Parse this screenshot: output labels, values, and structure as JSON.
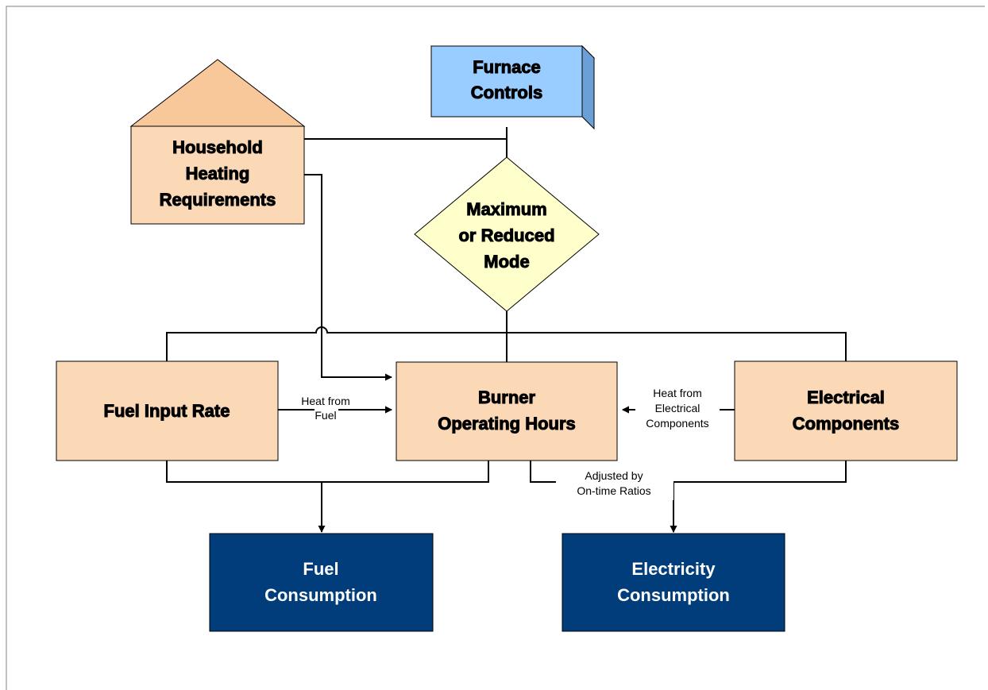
{
  "nodes": {
    "furnace_controls": {
      "lines": [
        "Furnace",
        "Controls"
      ],
      "fill": "#99ccff"
    },
    "household": {
      "lines": [
        "Household",
        "Heating",
        "Requirements"
      ],
      "fill": "#fcd9b6",
      "roof_fill": "#f8c89a"
    },
    "mode": {
      "lines": [
        "Maximum",
        "or Reduced",
        "Mode"
      ],
      "fill": "#ffffcc"
    },
    "fuel_input": {
      "lines": [
        "Fuel Input Rate"
      ],
      "fill": "#fcd9b6"
    },
    "burner": {
      "lines": [
        "Burner",
        "Operating Hours"
      ],
      "fill": "#fcd9b6"
    },
    "electrical": {
      "lines": [
        "Electrical",
        "Components"
      ],
      "fill": "#fcd9b6"
    },
    "fuel_consumption": {
      "lines": [
        "Fuel",
        "Consumption"
      ],
      "fill": "#003d7a"
    },
    "electricity_consumption": {
      "lines": [
        "Electricity",
        "Consumption"
      ],
      "fill": "#003d7a"
    }
  },
  "edge_labels": {
    "heat_from_fuel": [
      "Heat from",
      "Fuel"
    ],
    "heat_from_electrical": [
      "Heat from",
      "Electrical",
      "Components"
    ],
    "adjusted": [
      "Adjusted by",
      "On-time Ratios"
    ]
  }
}
